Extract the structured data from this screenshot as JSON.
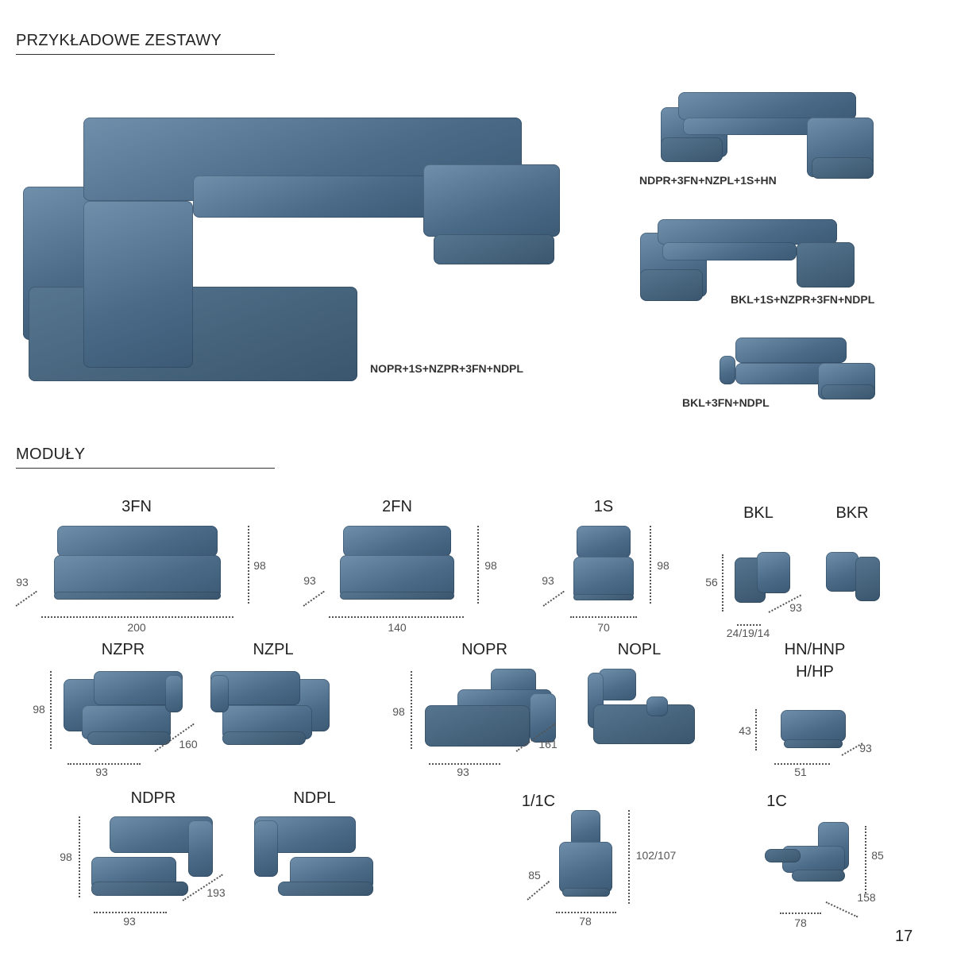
{
  "sections": {
    "examples_heading": "PRZYKŁADOWE ZESTAWY",
    "modules_heading": "MODUŁY"
  },
  "sets": [
    {
      "caption": "NOPR+1S+NZPR+3FN+NDPL"
    },
    {
      "caption": "NDPR+3FN+NZPL+1S+HN"
    },
    {
      "caption": "BKL+1S+NZPR+3FN+NDPL"
    },
    {
      "caption": "BKL+3FN+NDPL"
    }
  ],
  "modules": {
    "m3fn": {
      "name": "3FN",
      "depth": "93",
      "height": "98",
      "width": "200"
    },
    "m2fn": {
      "name": "2FN",
      "depth": "93",
      "height": "98",
      "width": "140"
    },
    "m1s": {
      "name": "1S",
      "depth": "93",
      "height": "98",
      "width": "70"
    },
    "bk": {
      "name_left": "BKL",
      "name_right": "BKR",
      "height": "56",
      "depth": "93",
      "width": "24/19/14"
    },
    "nz": {
      "name_right": "NZPR",
      "name_left": "NZPL",
      "height": "98",
      "depth": "160",
      "width": "93"
    },
    "no": {
      "name_right": "NOPR",
      "name_left": "NOPL",
      "height": "98",
      "depth": "161",
      "width": "93"
    },
    "hn": {
      "name_line1": "HN/HNP",
      "name_line2": "H/HP",
      "height": "43",
      "depth": "93",
      "width": "51"
    },
    "nd": {
      "name_right": "NDPR",
      "name_left": "NDPL",
      "height": "98",
      "depth": "193",
      "width": "93"
    },
    "m11c": {
      "name": "1/1C",
      "depth": "85",
      "height": "102/107",
      "width": "78"
    },
    "m1c": {
      "name": "1C",
      "height": "85",
      "depth": "158",
      "width": "78"
    }
  },
  "page_number": "17"
}
